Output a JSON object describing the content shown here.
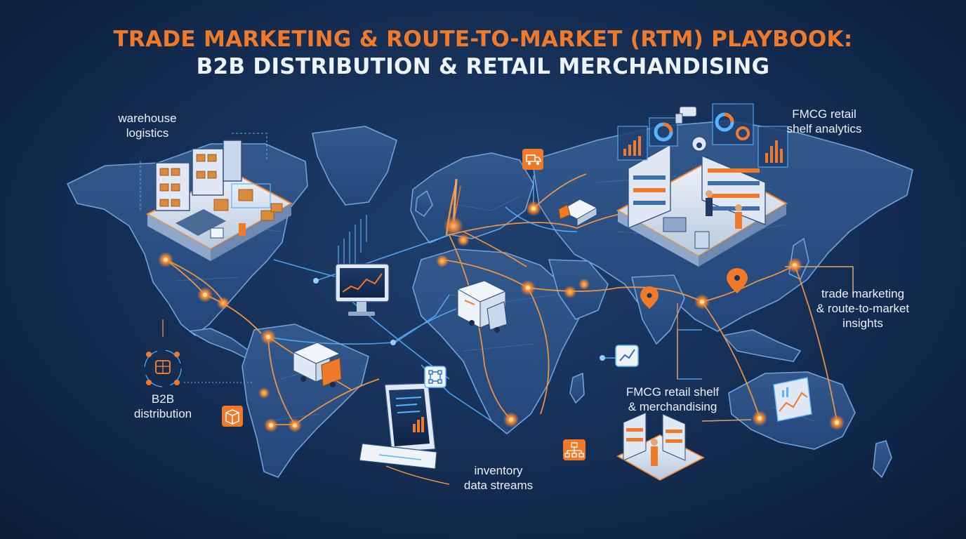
{
  "title": {
    "line1": "TRADE MARKETING & ROUTE-TO-MARKET (RTM) PLAYBOOK:",
    "line2": "B2B DISTRIBUTION & RETAIL MERCHANDISING"
  },
  "callouts": {
    "warehouse_logistics": "warehouse\nlogistics",
    "fmcg_shelf_analytics": "FMCG retail\nshelf analytics",
    "trade_marketing_insights": "trade marketing\n& route-to-market\ninsights",
    "b2b_distribution": "B2B\ndistribution",
    "fmcg_shelf_merchandising": "FMCG retail shelf\n& merchandising",
    "inventory_data_streams": "inventory\ndata streams"
  },
  "colors": {
    "accent_orange": "#f07a2a",
    "map_land": "#2b4f80",
    "map_edge": "#6fa2d8",
    "route_glow": "#ff9a3c",
    "data_blue": "#58b4ff"
  },
  "icons": [
    "truck-icon",
    "box-icon",
    "chart-icon",
    "network-icon",
    "location-pin-icon",
    "security-camera-icon",
    "distribution-network-icon"
  ]
}
